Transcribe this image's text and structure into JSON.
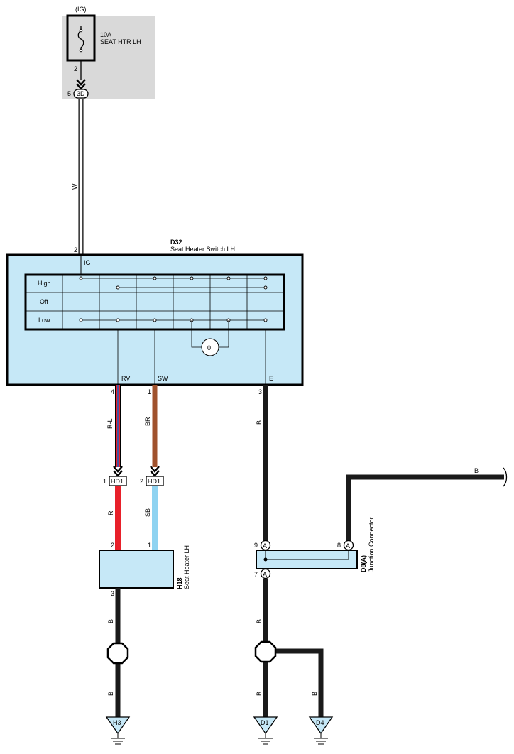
{
  "fuse": {
    "ig": "(IG)",
    "amps": "10A",
    "name": "SEAT HTR LH",
    "pin": "2"
  },
  "conn_3d": {
    "code": "3D",
    "pin": "5"
  },
  "wire_w": "W",
  "switch": {
    "code": "D32",
    "name": "Seat Heater Switch LH",
    "ig_pin": "2",
    "ig_label": "IG",
    "rows": [
      "High",
      "Off",
      "Low"
    ],
    "terms": [
      {
        "label": "RV",
        "pin": "4"
      },
      {
        "label": "SW",
        "pin": "1"
      },
      {
        "label": "E",
        "pin": "3"
      }
    ],
    "indicator": "0"
  },
  "wires": {
    "rl": "R-L",
    "br": "BR",
    "b_e": "B",
    "r": "R",
    "sb": "SB",
    "b_h18": "B",
    "b_jc": "B",
    "b_h3": "B",
    "b_d1": "B",
    "b_d4": "B",
    "b_top": "B"
  },
  "hd1": [
    {
      "code": "HD1",
      "pin": "1"
    },
    {
      "code": "HD1",
      "pin": "2"
    }
  ],
  "heater": {
    "code": "H18",
    "name": "Seat Heater LH",
    "pins": [
      "2",
      "1",
      "3"
    ]
  },
  "junction": {
    "code": "D8(A)",
    "name": "Junction Connector",
    "pins": [
      "9",
      "8",
      "7"
    ],
    "tag": "A"
  },
  "grounds": [
    "H3",
    "D1",
    "D4"
  ],
  "colors": {
    "fuse_bg": "#d9d9d9",
    "component_fill": "#c6e8f7",
    "red": "#e8202a",
    "brown": "#a0522d",
    "sky": "#8fd3f1",
    "blue": "#1f5fbf"
  }
}
